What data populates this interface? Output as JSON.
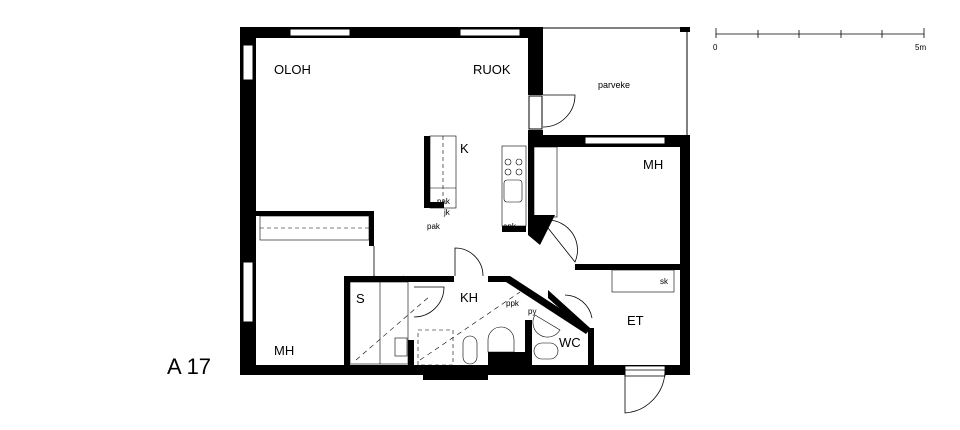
{
  "apartment": {
    "id": "A 17"
  },
  "rooms": {
    "oloh": "OLOH",
    "ruok": "RUOK",
    "k": "K",
    "parveke": "parveke",
    "mh_right": "MH",
    "mh_left": "MH",
    "s": "S",
    "kh": "KH",
    "wc": "WC",
    "et": "ET"
  },
  "fixtures": {
    "sk": "sk",
    "pak1": "pak",
    "jk": "jk",
    "pak2": "pak",
    "apk": "apk",
    "ppk": "ppk",
    "py": "py"
  },
  "scale_bar": {
    "start": "0",
    "end": "5m"
  }
}
